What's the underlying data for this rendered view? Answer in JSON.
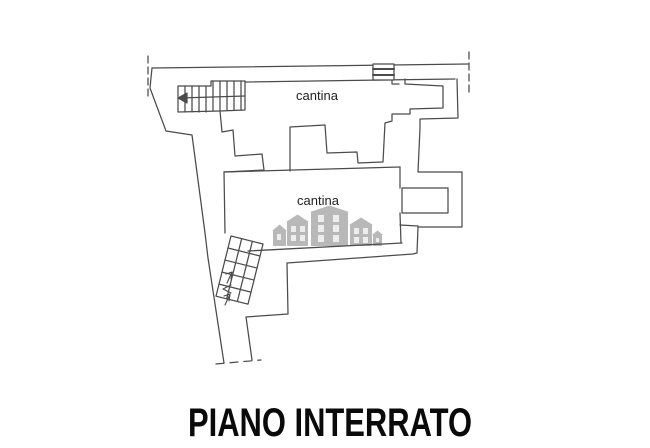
{
  "page": {
    "background": "#ffffff"
  },
  "plan": {
    "title": "PIANO INTERRATO",
    "rooms": [
      {
        "label": "cantina"
      },
      {
        "label": "cantina"
      }
    ],
    "watermark": "buildings",
    "colors": {
      "line": "#4b4b4b",
      "title": "#0a0a0a",
      "watermark": "#b5b5b5",
      "watermark_window": "#ededed"
    }
  }
}
